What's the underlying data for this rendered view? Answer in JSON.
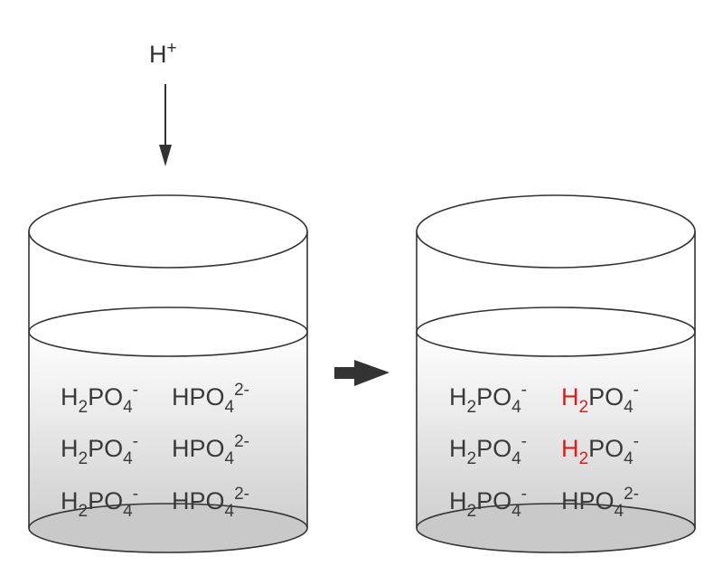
{
  "colors": {
    "outline": "#333333",
    "text": "#3a3a3a",
    "highlight": "#e01b1b",
    "liquid_top": "#ffffff",
    "liquid_bottom": "#c9c9c9"
  },
  "added_ion": {
    "base": "H",
    "sup": "+"
  },
  "process_arrow_icon": "right-arrow-icon",
  "beakers": [
    {
      "id": "before",
      "rows": [
        [
          {
            "parts": [
              {
                "t": "H"
              },
              {
                "t": "2",
                "sub": true
              },
              {
                "t": "PO"
              },
              {
                "t": "4",
                "sub": true
              },
              {
                "t": "-",
                "sup": true
              }
            ],
            "highlight": false
          },
          {
            "parts": [
              {
                "t": "HPO"
              },
              {
                "t": "4",
                "sub": true
              },
              {
                "t": "2-",
                "sup": true
              }
            ],
            "highlight": false
          }
        ],
        [
          {
            "parts": [
              {
                "t": "H"
              },
              {
                "t": "2",
                "sub": true
              },
              {
                "t": "PO"
              },
              {
                "t": "4",
                "sub": true
              },
              {
                "t": "-",
                "sup": true
              }
            ],
            "highlight": false
          },
          {
            "parts": [
              {
                "t": "HPO"
              },
              {
                "t": "4",
                "sub": true
              },
              {
                "t": "2-",
                "sup": true
              }
            ],
            "highlight": false
          }
        ],
        [
          {
            "parts": [
              {
                "t": "H"
              },
              {
                "t": "2",
                "sub": true
              },
              {
                "t": "PO"
              },
              {
                "t": "4",
                "sub": true
              },
              {
                "t": "-",
                "sup": true
              }
            ],
            "highlight": false
          },
          {
            "parts": [
              {
                "t": "HPO"
              },
              {
                "t": "4",
                "sub": true
              },
              {
                "t": "2-",
                "sup": true
              }
            ],
            "highlight": false
          }
        ]
      ]
    },
    {
      "id": "after",
      "rows": [
        [
          {
            "parts": [
              {
                "t": "H"
              },
              {
                "t": "2",
                "sub": true
              },
              {
                "t": "PO"
              },
              {
                "t": "4",
                "sub": true
              },
              {
                "t": "-",
                "sup": true
              }
            ],
            "highlight": false
          },
          {
            "parts": [
              {
                "t": "H",
                "hl": true
              },
              {
                "t": "2",
                "sub": true,
                "hl": true
              },
              {
                "t": "PO"
              },
              {
                "t": "4",
                "sub": true
              },
              {
                "t": "-",
                "sup": true
              }
            ],
            "highlight": true
          }
        ],
        [
          {
            "parts": [
              {
                "t": "H"
              },
              {
                "t": "2",
                "sub": true
              },
              {
                "t": "PO"
              },
              {
                "t": "4",
                "sub": true
              },
              {
                "t": "-",
                "sup": true
              }
            ],
            "highlight": false
          },
          {
            "parts": [
              {
                "t": "H",
                "hl": true
              },
              {
                "t": "2",
                "sub": true,
                "hl": true
              },
              {
                "t": "PO"
              },
              {
                "t": "4",
                "sub": true
              },
              {
                "t": "-",
                "sup": true
              }
            ],
            "highlight": true
          }
        ],
        [
          {
            "parts": [
              {
                "t": "H"
              },
              {
                "t": "2",
                "sub": true
              },
              {
                "t": "PO"
              },
              {
                "t": "4",
                "sub": true
              },
              {
                "t": "-",
                "sup": true
              }
            ],
            "highlight": false
          },
          {
            "parts": [
              {
                "t": "HPO"
              },
              {
                "t": "4",
                "sub": true
              },
              {
                "t": "2-",
                "sup": true
              }
            ],
            "highlight": false
          }
        ]
      ]
    }
  ]
}
